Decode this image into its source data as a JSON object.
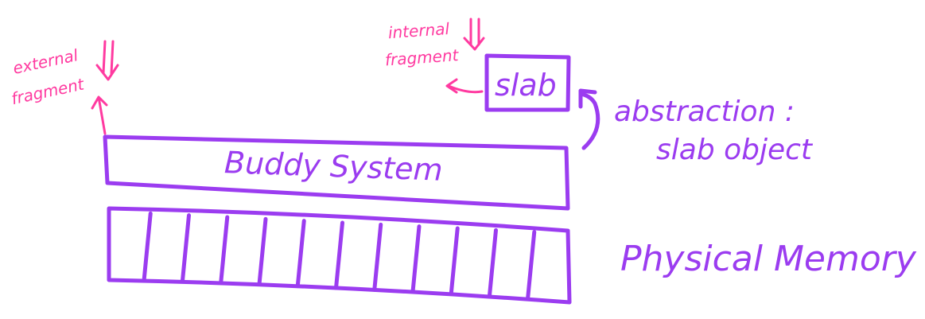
{
  "colors": {
    "primary": "#9b3cf0",
    "accent": "#ff3aa0"
  },
  "labels": {
    "buddy_system": "Buddy System",
    "physical_memory": "Physical Memory",
    "slab": "slab",
    "abstraction": "abstraction :",
    "slab_object": "slab object",
    "external_fragment_1": "external",
    "external_fragment_2": "fragment",
    "internal_fragment_1": "internal",
    "internal_fragment_2": "fragment"
  },
  "memory": {
    "frame_count": 12
  }
}
